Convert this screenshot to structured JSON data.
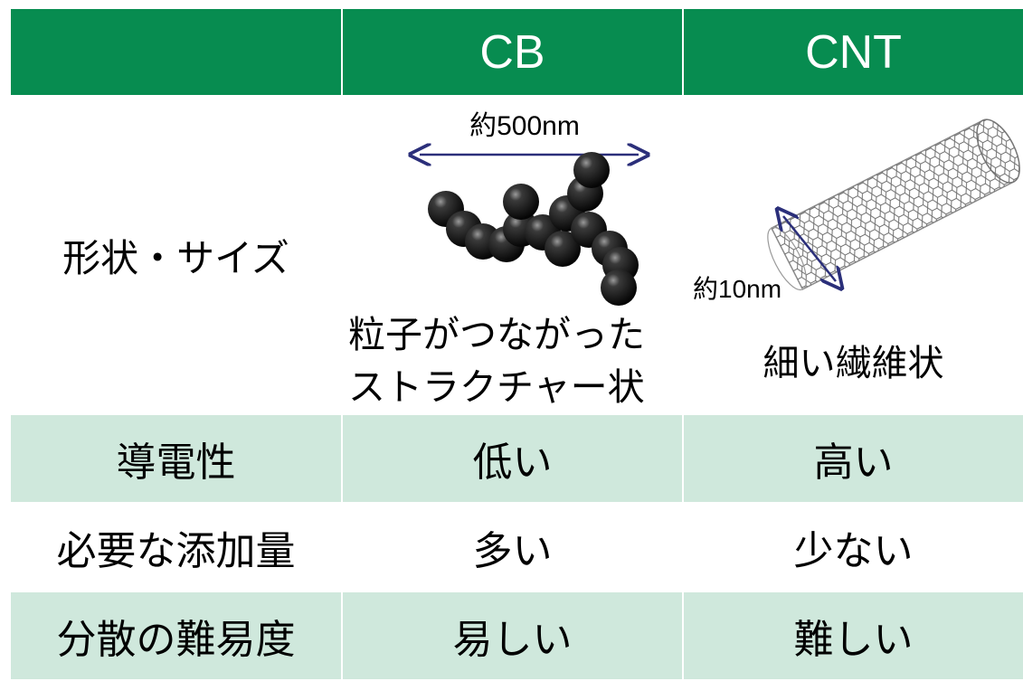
{
  "header": {
    "col_empty": "",
    "col_cb": "CB",
    "col_cnt": "CNT"
  },
  "shape_row": {
    "label": "形状・サイズ",
    "cb": {
      "dimension": "約500nm",
      "caption_line1": "粒子がつながった",
      "caption_line2": "ストラクチャー状"
    },
    "cnt": {
      "dimension": "約10nm",
      "caption": "細い繊維状"
    }
  },
  "rows": [
    {
      "label": "導電性",
      "cb": "低い",
      "cnt": "高い"
    },
    {
      "label": "必要な添加量",
      "cb": "多い",
      "cnt": "少ない"
    },
    {
      "label": "分散の難易度",
      "cb": "易しい",
      "cnt": "難しい"
    }
  ],
  "colors": {
    "header": "#078c50",
    "light_row": "#cfe8dc",
    "arrow": "#2b2f7a"
  }
}
